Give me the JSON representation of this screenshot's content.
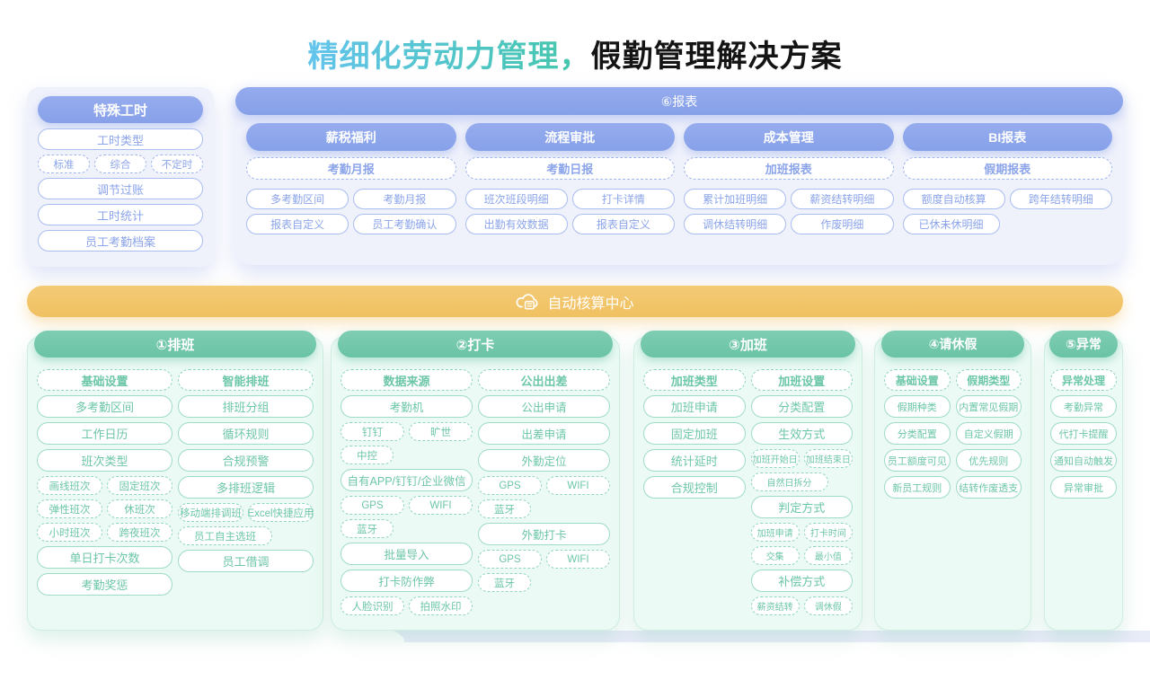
{
  "title": {
    "accent": "精细化劳动力管理，",
    "main": "假勤管理解决方案"
  },
  "colors": {
    "accent_gradient_start": "#63C4EC",
    "accent_gradient_end": "#43C6A8",
    "blue_header": "#8CA5EB",
    "blue_border": "#AABDF1",
    "lavender_panel": "#EFF1FB",
    "orange_bar": "#F2C46A",
    "green_header": "#72C7AC",
    "green_panel": "#EBFAF4",
    "green_text": "#6CC6A9"
  },
  "special_hours": {
    "header": "特殊工时",
    "items": [
      {
        "t": "工时类型",
        "s": "solid"
      },
      {
        "row": [
          {
            "t": "标准",
            "s": "dashed"
          },
          {
            "t": "综合",
            "s": "dashed"
          },
          {
            "t": "不定时",
            "s": "dashed"
          }
        ]
      },
      {
        "t": "调节过账",
        "s": "solid"
      },
      {
        "t": "工时统计",
        "s": "solid"
      },
      {
        "t": "员工考勤档案",
        "s": "solid"
      }
    ]
  },
  "reports": {
    "header": "⑥报表",
    "groups": [
      {
        "header": "薪税福利",
        "items": [
          {
            "t": "考勤月报",
            "s": "head"
          },
          {
            "row": [
              {
                "t": "多考勤区间",
                "s": "small"
              },
              {
                "t": "考勤月报",
                "s": "small"
              }
            ]
          },
          {
            "row": [
              {
                "t": "报表自定义",
                "s": "small"
              },
              {
                "t": "员工考勤确认",
                "s": "small"
              }
            ]
          }
        ]
      },
      {
        "header": "流程审批",
        "items": [
          {
            "t": "考勤日报",
            "s": "head"
          },
          {
            "row": [
              {
                "t": "班次班段明细",
                "s": "small"
              },
              {
                "t": "打卡详情",
                "s": "small"
              }
            ]
          },
          {
            "row": [
              {
                "t": "出勤有效数据",
                "s": "small"
              },
              {
                "t": "报表自定义",
                "s": "small"
              }
            ]
          }
        ]
      },
      {
        "header": "成本管理",
        "items": [
          {
            "t": "加班报表",
            "s": "head"
          },
          {
            "row": [
              {
                "t": "累计加班明细",
                "s": "small"
              },
              {
                "t": "薪资结转明细",
                "s": "small"
              }
            ]
          },
          {
            "row": [
              {
                "t": "调休结转明细",
                "s": "small"
              },
              {
                "t": "作废明细",
                "s": "small"
              }
            ]
          }
        ]
      },
      {
        "header": "BI报表",
        "items": [
          {
            "t": "假期报表",
            "s": "head"
          },
          {
            "row": [
              {
                "t": "额度自动核算",
                "s": "small"
              },
              {
                "t": "跨年结转明细",
                "s": "small"
              }
            ]
          },
          {
            "row": [
              {
                "t": "已休未休明细",
                "s": "small single"
              }
            ]
          }
        ]
      }
    ]
  },
  "center_bar": {
    "label": "自动核算中心"
  },
  "columns": [
    {
      "header": "①排班",
      "left": [
        {
          "t": "基础设置",
          "s": "head"
        },
        {
          "t": "多考勤区间",
          "s": "solid"
        },
        {
          "t": "工作日历",
          "s": "solid"
        },
        {
          "t": "班次类型",
          "s": "solid"
        },
        {
          "row": [
            {
              "t": "画线班次",
              "s": "dashed"
            },
            {
              "t": "固定班次",
              "s": "dashed"
            }
          ]
        },
        {
          "row": [
            {
              "t": "弹性班次",
              "s": "dashed"
            },
            {
              "t": "休班次",
              "s": "dashed"
            }
          ]
        },
        {
          "row": [
            {
              "t": "小时班次",
              "s": "dashed"
            },
            {
              "t": "跨夜班次",
              "s": "dashed"
            }
          ]
        },
        {
          "t": "单日打卡次数",
          "s": "solid"
        },
        {
          "t": "考勤奖惩",
          "s": "solid"
        }
      ],
      "right": [
        {
          "t": "智能排班",
          "s": "head"
        },
        {
          "t": "排班分组",
          "s": "solid"
        },
        {
          "t": "循环规则",
          "s": "solid"
        },
        {
          "t": "合规预警",
          "s": "solid"
        },
        {
          "t": "多排班逻辑",
          "s": "solid"
        },
        {
          "row": [
            {
              "t": "移动端排调班",
              "s": "dashed"
            },
            {
              "t": "Excel快捷应用",
              "s": "dashed"
            }
          ]
        },
        {
          "t": "员工自主选班",
          "s": "dashed single"
        },
        {
          "t": "员工借调",
          "s": "solid"
        }
      ]
    },
    {
      "header": "②打卡",
      "left": [
        {
          "t": "数据来源",
          "s": "head"
        },
        {
          "t": "考勤机",
          "s": "solid"
        },
        {
          "row": [
            {
              "t": "钉钉",
              "s": "dashed"
            },
            {
              "t": "旷世",
              "s": "dashed"
            }
          ]
        },
        {
          "t": "中控",
          "s": "dashed single"
        },
        {
          "t": "自有APP/钉钉/企业微信",
          "s": "solid"
        },
        {
          "row": [
            {
              "t": "GPS",
              "s": "dashed"
            },
            {
              "t": "WIFI",
              "s": "dashed"
            }
          ]
        },
        {
          "t": "蓝牙",
          "s": "dashed single"
        },
        {
          "t": "批量导入",
          "s": "solid"
        },
        {
          "t": "打卡防作弊",
          "s": "solid"
        },
        {
          "row": [
            {
              "t": "人脸识别",
              "s": "dashed"
            },
            {
              "t": "拍照水印",
              "s": "dashed"
            }
          ]
        }
      ],
      "right": [
        {
          "t": "公出出差",
          "s": "head"
        },
        {
          "t": "公出申请",
          "s": "solid"
        },
        {
          "t": "出差申请",
          "s": "solid"
        },
        {
          "t": "外勤定位",
          "s": "solid"
        },
        {
          "row": [
            {
              "t": "GPS",
              "s": "dashed"
            },
            {
              "t": "WIFI",
              "s": "dashed"
            }
          ]
        },
        {
          "t": "蓝牙",
          "s": "dashed single"
        },
        {
          "t": "外勤打卡",
          "s": "solid"
        },
        {
          "row": [
            {
              "t": "GPS",
              "s": "dashed"
            },
            {
              "t": "WIFI",
              "s": "dashed"
            }
          ]
        },
        {
          "t": "蓝牙",
          "s": "dashed single"
        }
      ]
    },
    {
      "header": "③加班",
      "left": [
        {
          "t": "加班类型",
          "s": "head"
        },
        {
          "t": "加班申请",
          "s": "solid"
        },
        {
          "t": "固定加班",
          "s": "solid"
        },
        {
          "t": "统计延时",
          "s": "solid"
        },
        {
          "t": "合规控制",
          "s": "solid"
        }
      ],
      "right": [
        {
          "t": "加班设置",
          "s": "head"
        },
        {
          "t": "分类配置",
          "s": "solid"
        },
        {
          "t": "生效方式",
          "s": "solid"
        },
        {
          "row": [
            {
              "t": "加班开始日",
              "s": "dashed"
            },
            {
              "t": "加班结束日",
              "s": "dashed"
            }
          ]
        },
        {
          "t": "自然日拆分",
          "s": "dashed single"
        },
        {
          "t": "判定方式",
          "s": "solid"
        },
        {
          "row": [
            {
              "t": "加班申请",
              "s": "dashed"
            },
            {
              "t": "打卡时间",
              "s": "dashed"
            }
          ]
        },
        {
          "row": [
            {
              "t": "交集",
              "s": "dashed"
            },
            {
              "t": "最小值",
              "s": "dashed"
            }
          ]
        },
        {
          "t": "补偿方式",
          "s": "solid"
        },
        {
          "row": [
            {
              "t": "薪资结转",
              "s": "dashed"
            },
            {
              "t": "调休假",
              "s": "dashed"
            }
          ]
        }
      ]
    },
    {
      "header": "④请休假",
      "left": [
        {
          "t": "基础设置",
          "s": "head"
        },
        {
          "t": "假期种类",
          "s": "solid"
        },
        {
          "t": "分类配置",
          "s": "solid"
        },
        {
          "t": "员工额度可见",
          "s": "solid"
        },
        {
          "t": "新员工规则",
          "s": "solid"
        }
      ],
      "right": [
        {
          "t": "假期类型",
          "s": "head"
        },
        {
          "t": "内置常见假期",
          "s": "solid"
        },
        {
          "t": "自定义假期",
          "s": "solid"
        },
        {
          "t": "优先规则",
          "s": "solid"
        },
        {
          "t": "结转作废透支",
          "s": "solid"
        }
      ]
    },
    {
      "header": "⑤异常",
      "items": [
        {
          "t": "异常处理",
          "s": "head"
        },
        {
          "t": "考勤异常",
          "s": "solid"
        },
        {
          "t": "代打卡提醒",
          "s": "solid"
        },
        {
          "t": "通知自动触发",
          "s": "solid"
        },
        {
          "t": "异常审批",
          "s": "solid"
        }
      ]
    }
  ]
}
